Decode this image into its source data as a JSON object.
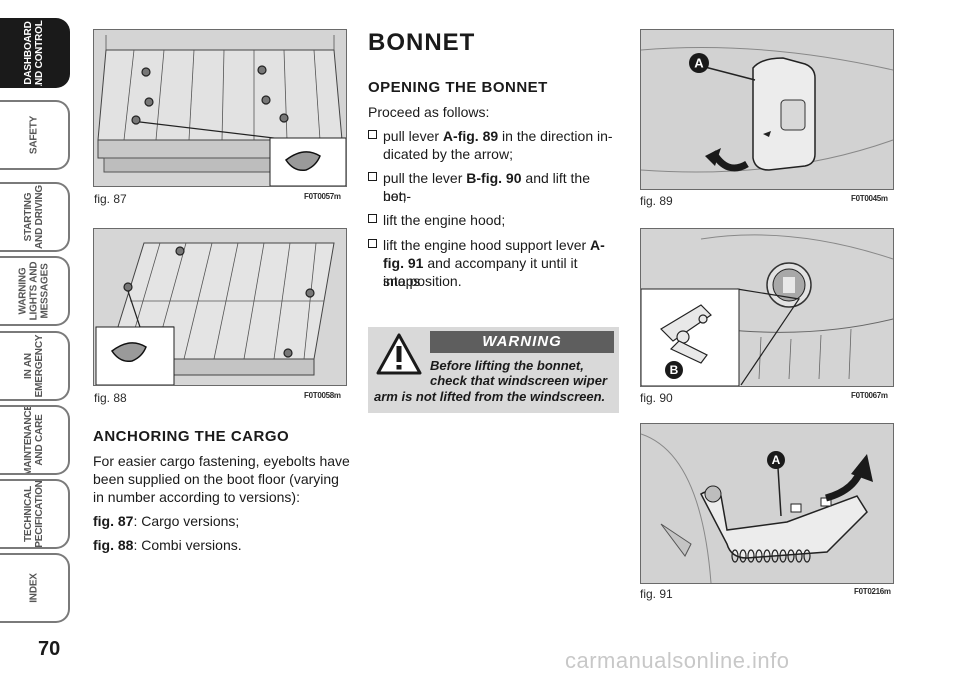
{
  "page_number": "70",
  "side_tabs": [
    {
      "label": "DASHBOARD\nAND CONTROLS",
      "active": true
    },
    {
      "label": "SAFETY",
      "active": false
    },
    {
      "label": "STARTING\nAND DRIVING",
      "active": false
    },
    {
      "label": "WARNING\nLIGHTS AND\nMESSAGES",
      "active": false
    },
    {
      "label": "IN AN\nEMERGENCY",
      "active": false
    },
    {
      "label": "MAINTENANCE\nAND CARE",
      "active": false
    },
    {
      "label": "TECHNICAL\nSPECIFICATIONS",
      "active": false
    },
    {
      "label": "INDEX",
      "active": false
    }
  ],
  "figures": {
    "fig87": {
      "caption": "fig. 87",
      "code": "F0T0057m"
    },
    "fig88": {
      "caption": "fig. 88",
      "code": "F0T0058m"
    },
    "fig89": {
      "caption": "fig. 89",
      "code": "F0T0045m",
      "marker": "A"
    },
    "fig90": {
      "caption": "fig. 90",
      "code": "F0T0067m",
      "marker": "B"
    },
    "fig91": {
      "caption": "fig. 91",
      "code": "F0T0216m",
      "marker": "A"
    }
  },
  "cargo": {
    "heading": "ANCHORING THE CARGO",
    "intro_lines": [
      "For easier cargo fastening, eyebolts have",
      "been supplied on the boot floor (varying",
      "in number according to versions):"
    ],
    "item1_ref": "fig. 87",
    "item1_text": ": Cargo versions;",
    "item2_ref": "fig. 88",
    "item2_text": ": Combi versions."
  },
  "bonnet": {
    "title": "BONNET",
    "subheading": "OPENING THE BONNET",
    "proceed": "Proceed as follows:",
    "step1": {
      "pre": "pull lever ",
      "ref": "A-fig. 89",
      "post": " in the direction in-",
      "line2": "dicated by the arrow;"
    },
    "step2": {
      "pre": "pull the lever ",
      "ref": "B-fig. 90",
      "post": " and lift the bon-",
      "line2": "net;"
    },
    "step3": {
      "text": "lift the engine hood;"
    },
    "step4": {
      "pre": "lift the engine hood support lever ",
      "ref": "A-",
      "line2_ref": "fig. 91",
      "line2_post": " and accompany it until it snaps",
      "line3": "into position."
    }
  },
  "warning": {
    "header": "WARNING",
    "line1": "Before lifting the bonnet,",
    "line2": "check that windscreen wiper",
    "line3": "arm is not lifted from the windscreen."
  },
  "watermark": "carmanualsonline.info",
  "colors": {
    "tab_active": "#1a1a1a",
    "warning_header": "#5e5e5e",
    "warning_bg": "#d9d9d9",
    "figure_bg": "#d6d6d6"
  }
}
